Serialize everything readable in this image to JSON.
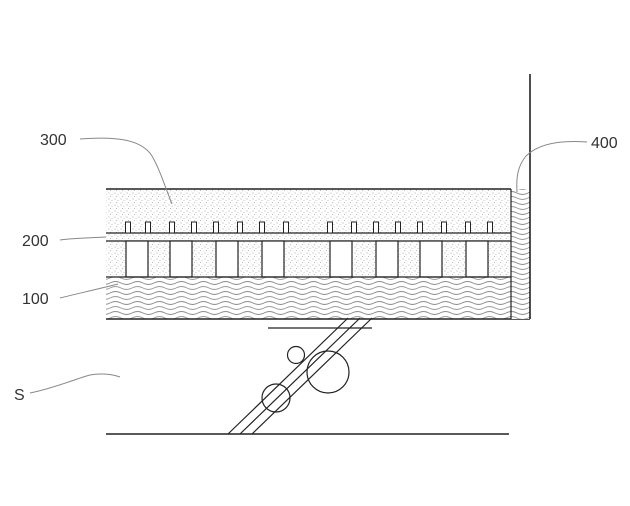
{
  "labels": {
    "layer_300": "300",
    "layer_200": "200",
    "layer_100": "100",
    "wall_400": "400",
    "substrate_s": "S"
  },
  "colors": {
    "line": "#222222",
    "leader": "#888888",
    "speckle": "#9a9a9a",
    "wave": "#8a8a8a"
  }
}
